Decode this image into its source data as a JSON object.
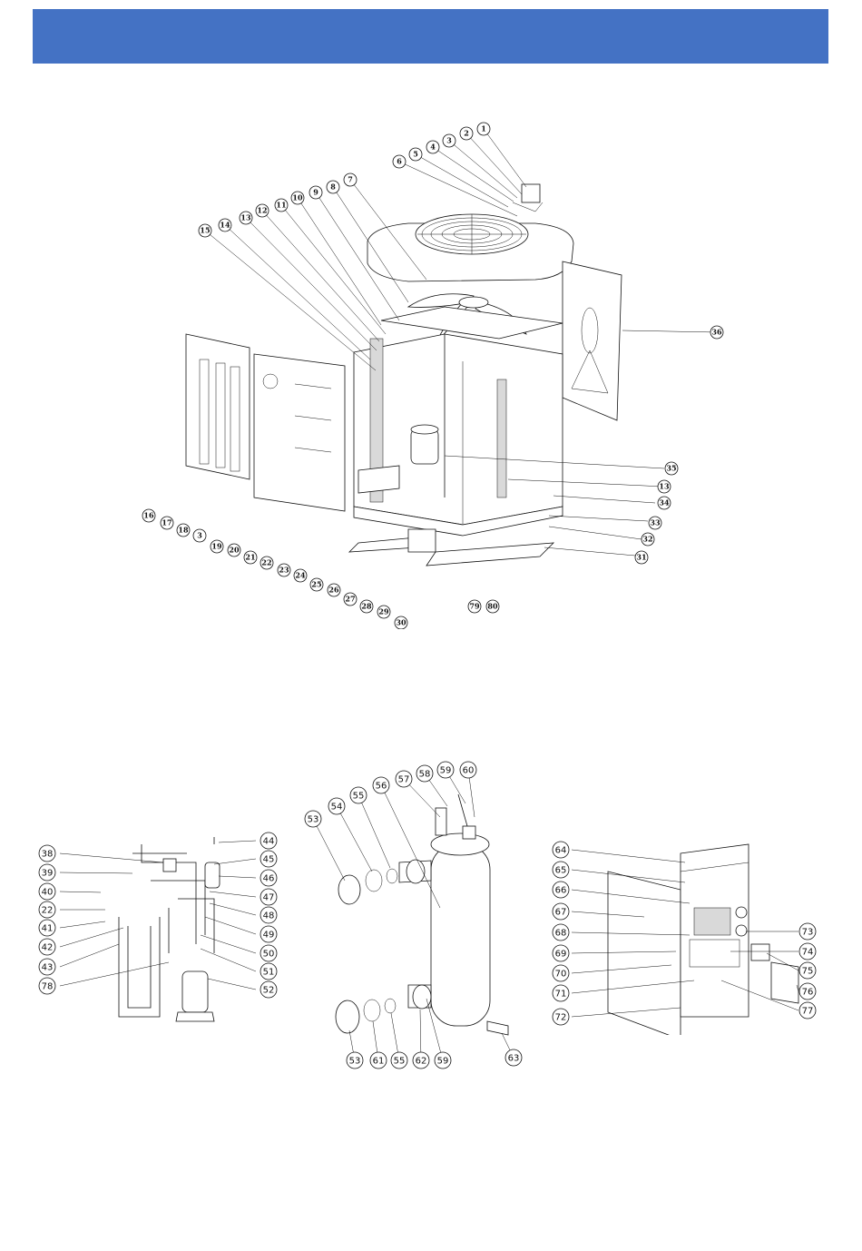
{
  "header": {
    "title": "",
    "band_color": "#4472c4"
  },
  "figure_main": {
    "labels": [
      "1",
      "2",
      "3",
      "4",
      "5",
      "6",
      "7",
      "8",
      "9",
      "10",
      "11",
      "12",
      "13",
      "14",
      "15",
      "16",
      "17",
      "18",
      "3",
      "19",
      "20",
      "21",
      "22",
      "23",
      "24",
      "25",
      "26",
      "27",
      "28",
      "29",
      "30",
      "80",
      "79",
      "31",
      "32",
      "33",
      "34",
      "13",
      "35",
      "36"
    ]
  },
  "figure_piping": {
    "labels": [
      "38",
      "39",
      "40",
      "22",
      "41",
      "42",
      "43",
      "78",
      "44",
      "45",
      "46",
      "47",
      "48",
      "49",
      "50",
      "51",
      "52"
    ]
  },
  "figure_exchanger": {
    "labels": [
      "53",
      "54",
      "55",
      "56",
      "57",
      "58",
      "59",
      "60",
      "53",
      "61",
      "55",
      "62",
      "59",
      "63"
    ]
  },
  "figure_control_box": {
    "labels": [
      "64",
      "65",
      "66",
      "67",
      "68",
      "69",
      "70",
      "71",
      "72",
      "73",
      "74",
      "75",
      "76",
      "77"
    ]
  }
}
